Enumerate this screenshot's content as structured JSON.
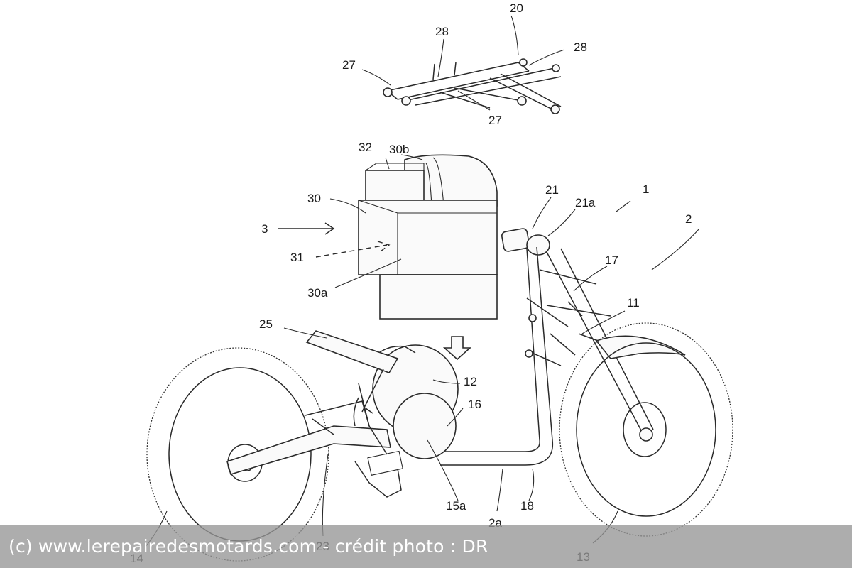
{
  "labels": {
    "l20": "20",
    "l28a": "28",
    "l28b": "28",
    "l27a": "27",
    "l27b": "27",
    "l30b": "30b",
    "l32": "32",
    "l30": "30",
    "l3": "3",
    "l31": "31",
    "l30a": "30a",
    "l21": "21",
    "l21a": "21a",
    "l1": "1",
    "l2": "2",
    "l17": "17",
    "l11": "11",
    "l25": "25",
    "l12": "12",
    "l16": "16",
    "l15a": "15a",
    "l2a": "2a",
    "l18": "18",
    "l13": "13",
    "l14": "14",
    "l23": "23"
  },
  "credit": "(c) www.lerepairedesmotards.com - crédit photo : DR",
  "colors": {
    "line": "#2a2a2a",
    "background": "#ffffff",
    "credit_bar": "#969696",
    "credit_text": "#ffffff"
  }
}
